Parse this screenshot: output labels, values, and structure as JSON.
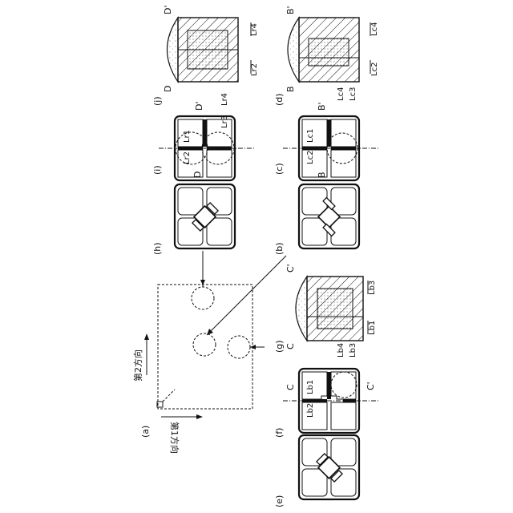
{
  "panels": {
    "a": "(a)",
    "b": "(b)",
    "c": "(c)",
    "d": "(d)",
    "e": "(e)",
    "f": "(f)",
    "g": "(g)",
    "h": "(h)",
    "i": "(i)",
    "j": "(j)"
  },
  "directions": {
    "first": "第1方向",
    "second": "第2方向"
  },
  "section_labels": {
    "B": "B",
    "B_prime": "B'",
    "C": "C",
    "C_prime": "C'",
    "D": "D",
    "D_prime": "D'"
  },
  "dimensions": {
    "Lr1": "Lr1",
    "Lr2": "Lr2",
    "Lr3": "Lr3",
    "Lr4": "Lr4",
    "Lc1": "Lc1",
    "Lc2": "Lc2",
    "Lc3": "Lc3",
    "Lc4": "Lc4",
    "Lb1": "Lb1",
    "Lb2": "Lb2",
    "Lb3": "Lb3",
    "Lb4": "Lb4"
  }
}
